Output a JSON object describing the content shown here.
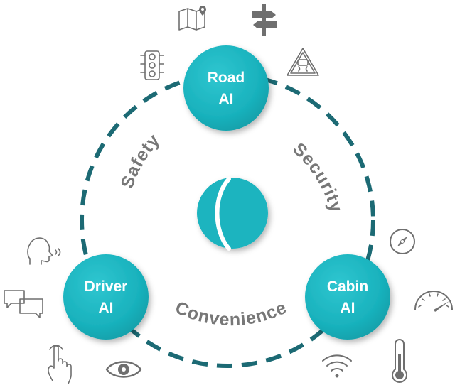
{
  "colors": {
    "teal": "#1BB4BF",
    "teal_dark": "#0E7C86",
    "dash": "#1C6A74",
    "text_gray": "#777777",
    "icon_gray": "#6f6f6f"
  },
  "nodes": {
    "road": {
      "line1": "Road",
      "line2": "AI"
    },
    "driver": {
      "line1": "Driver",
      "line2": "AI"
    },
    "cabin": {
      "line1": "Cabin",
      "line2": "AI"
    }
  },
  "arcs": {
    "left": "Safety",
    "right": "Security",
    "bottom": "Convenience"
  },
  "icons": {
    "road": [
      "traffic-light-icon",
      "map-pin-icon",
      "signpost-icon",
      "slippery-road-sign-icon"
    ],
    "driver": [
      "speaking-head-icon",
      "chat-bubbles-icon",
      "touch-hand-icon",
      "eye-icon"
    ],
    "cabin": [
      "compass-icon",
      "speedometer-icon",
      "wifi-icon",
      "thermometer-icon"
    ],
    "center": "center-logo-icon"
  }
}
